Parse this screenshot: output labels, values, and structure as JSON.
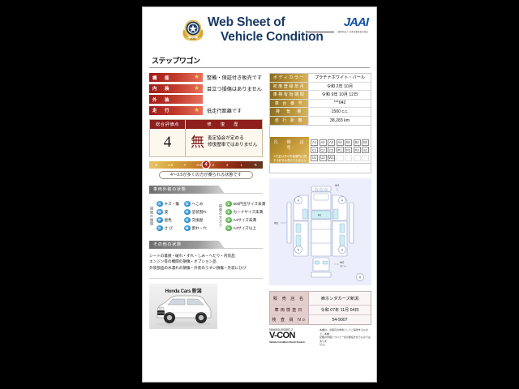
{
  "header": {
    "title_line1": "Web Sheet of",
    "title_line2": "Vehicle Condition",
    "jaai_mark": "JAAI",
    "jaai_sub": "一般財団法人 日本自動車査定協会",
    "emblem_label": "JCIS",
    "model_name": "ステップワゴン"
  },
  "evaluation": {
    "rows": [
      {
        "label": "機　能",
        "star": "★",
        "comment": "整備・保証付き販売です"
      },
      {
        "label": "内　装",
        "star": "★",
        "comment": "目立つ損傷はありません"
      },
      {
        "label": "外　装",
        "star": "",
        "comment": ""
      },
      {
        "label": "走　行",
        "star": "★",
        "comment": "低走行距離です"
      }
    ]
  },
  "score": {
    "head_left": "総合評価点",
    "head_right": "修　復　歴",
    "value": "4",
    "history_mark": "無",
    "history_text_line1": "査定協会が定める",
    "history_text_line2": "修復歴車ではありません",
    "scale_ticks": [
      "5",
      "4.5",
      "4",
      "3.5",
      "3",
      "2",
      "1",
      "R"
    ],
    "scale_marker": "4",
    "pill_text": "4〜3.5が多くの方が乗られる状態です"
  },
  "spec": {
    "rows": [
      {
        "key": "ボディカラー",
        "value": "プラチナホワイト・パール"
      },
      {
        "key": "初度登録年月",
        "value": "令和 2年 10月"
      },
      {
        "key": "車検有効期間",
        "value": "令和 9年 10月 12日"
      },
      {
        "key": "車 台 番 号",
        "value": "***042"
      },
      {
        "key": "排　気　量",
        "value": "1500 c.c."
      },
      {
        "key": "走 行 距 離",
        "value": "38,283 km"
      }
    ]
  },
  "legend": {
    "title": "凡　例　記　号",
    "description": "※右記以外の外装箇所に関する記号は表示されません",
    "tiles": [
      "A1",
      "A2",
      "A3",
      "A4",
      "B1",
      "B2",
      "B3",
      "C1",
      "C2",
      "C3",
      "P1",
      "P2",
      "P3",
      "S1",
      "U1",
      "U2",
      "W1"
    ],
    "blank_count": 4
  },
  "sections": {
    "equipment_tab": "車両外装の状態",
    "notes_tab": "その他の状態"
  },
  "badges": {
    "left_group_label": "損傷の種類",
    "right_group_label": "損傷の大きさ",
    "left_items": [
      {
        "code": "A",
        "text": "キズ・傷"
      },
      {
        "code": "U",
        "text": "へこみ"
      },
      {
        "code": "W",
        "text": "波"
      },
      {
        "code": "S",
        "text": "塗装割れ"
      },
      {
        "code": "P",
        "text": "退色"
      },
      {
        "code": "X",
        "text": "交換歴"
      },
      {
        "code": "C",
        "text": "さ び"
      },
      {
        "code": "B",
        "text": "割れ・穴"
      }
    ],
    "right_items": [
      {
        "code": "1",
        "text": "500円玉サイズ未満"
      },
      {
        "code": "2",
        "text": "カードサイズ未満"
      },
      {
        "code": "3",
        "text": "A4サイズ未満"
      },
      {
        "code": "4",
        "text": "A4サイズ以上"
      }
    ]
  },
  "notes": {
    "line1": "シートの着脱・破れ・すれ・しみ・へたり・内装品",
    "line2": "エンジン等の機関の損傷・オプション品",
    "line3": "外装部品の水濡れの損傷・外装のうすい損傷・外装にひび"
  },
  "photo": {
    "banner": "Honda Cars 新潟",
    "alt_name": "vehicle-photo"
  },
  "diagram": {
    "labels": {
      "roof": "W1",
      "side_left": "W1",
      "hood": "A1",
      "rear": "W2",
      "rear_sub": "カバー",
      "corner_marks": [
        "A",
        "A",
        "A",
        "A"
      ],
      "page_mark": "R"
    }
  },
  "dealer": {
    "rows": [
      {
        "key": "販 売 店 名",
        "value": "㈱ホンダカーズ新潟",
        "tall": true
      },
      {
        "key": "車両検査日",
        "value": "令和 07年 11月 04日",
        "tall": false
      },
      {
        "key": "検 査 員 No",
        "value": "54-9007",
        "tall": false
      }
    ]
  },
  "footer": {
    "doc_no": "N54000-003397-2",
    "logo": "V-CON",
    "logo_sub": "Vehicle Condition Check System",
    "disclaimer_line1": "本書は、お取引の参考としてご提供するもので、本書",
    "disclaimer_line2": "記載の内容について一切の責任を負うものではありま",
    "disclaimer_line3": "せん。"
  }
}
